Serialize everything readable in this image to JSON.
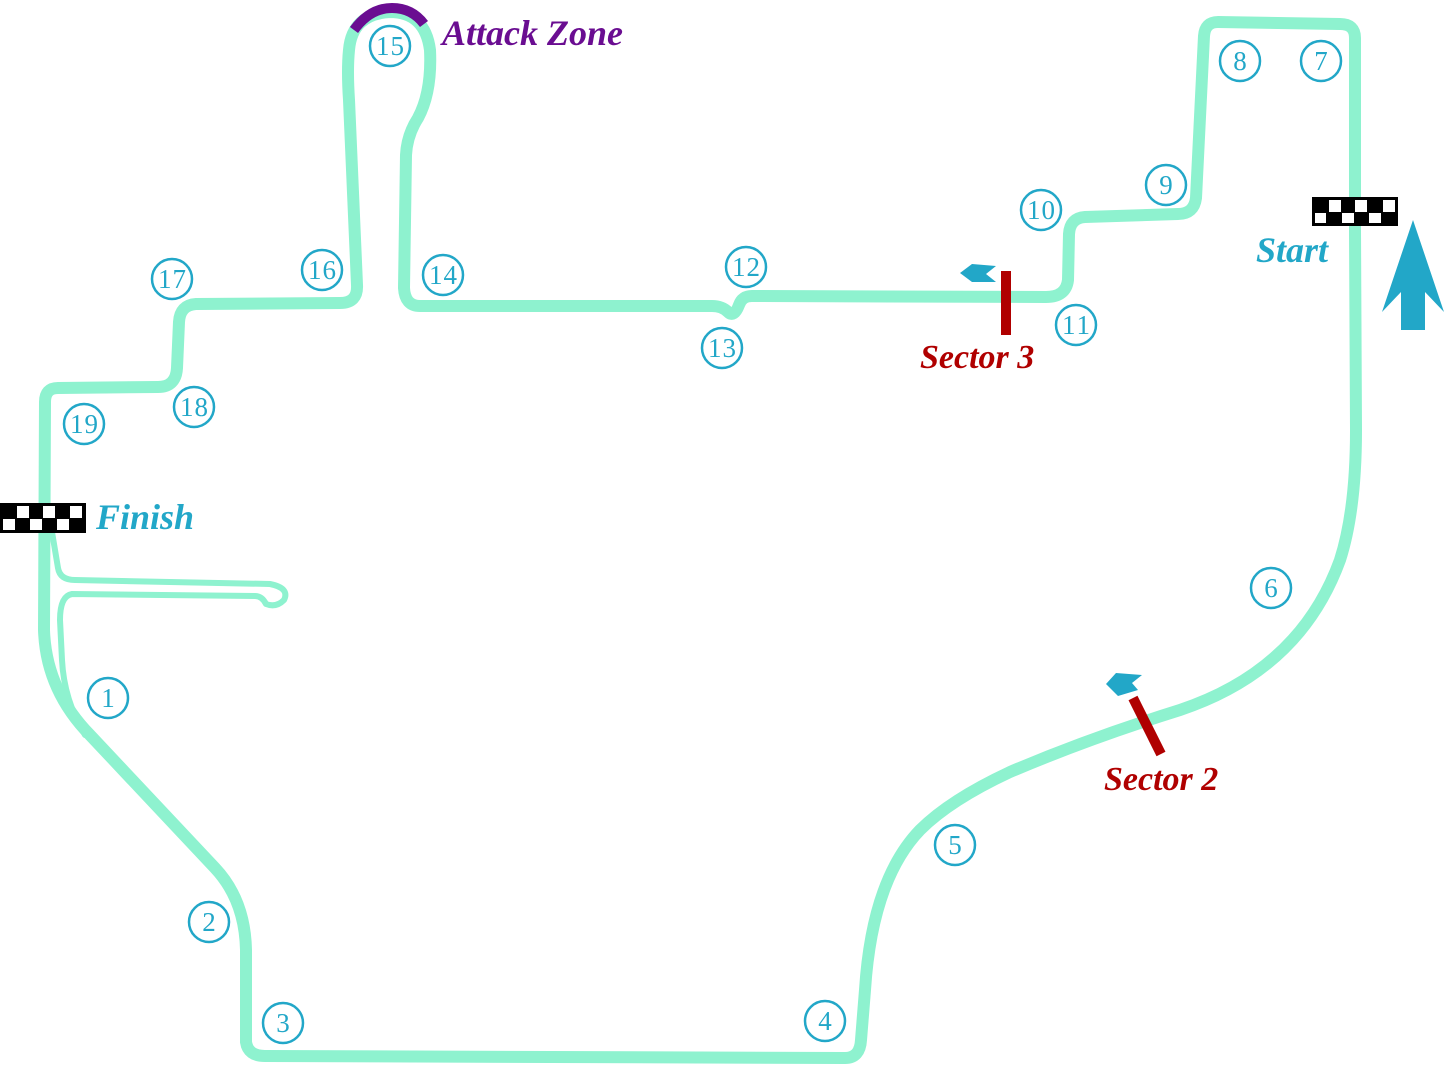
{
  "labels": {
    "start": "Start",
    "finish": "Finish",
    "attack_zone": "Attack Zone",
    "sector2": "Sector 2",
    "sector3": "Sector 3"
  },
  "turns": [
    "1",
    "2",
    "3",
    "4",
    "5",
    "6",
    "7",
    "8",
    "9",
    "10",
    "11",
    "12",
    "13",
    "14",
    "15",
    "16",
    "17",
    "18",
    "19"
  ],
  "colors": {
    "track": "#8ef2cf",
    "turn_markers": "#22a7c8",
    "attack_zone": "#6a0d91",
    "sector": "#b00000",
    "start_finish_text": "#22a7c8"
  },
  "icons": [
    "checkered-flag-icon",
    "direction-arrow-icon",
    "sector-flag-icon"
  ]
}
